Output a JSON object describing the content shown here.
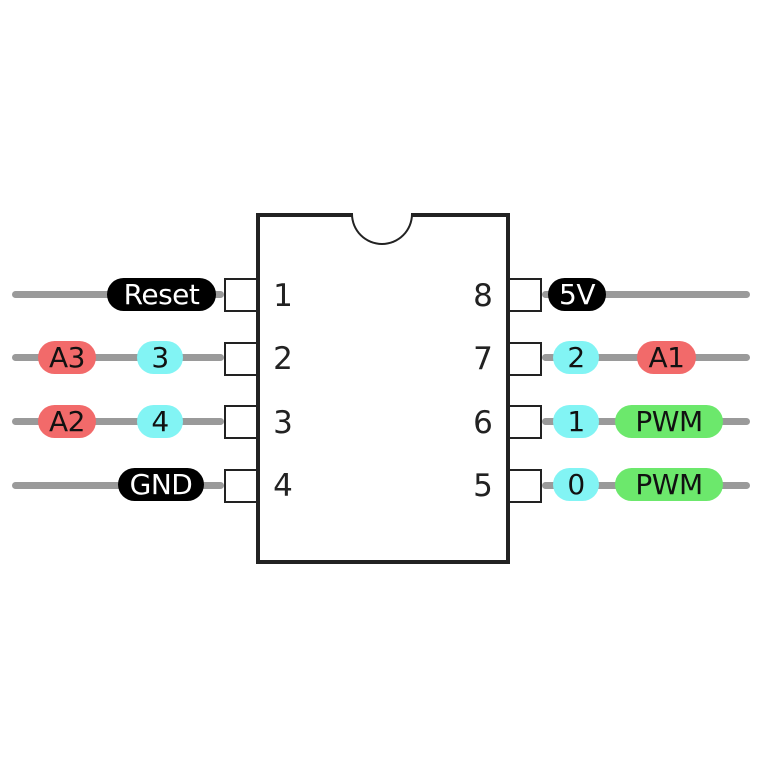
{
  "pins": {
    "p1": {
      "number": "1",
      "labels": [
        "Reset"
      ]
    },
    "p2": {
      "number": "2",
      "labels": [
        "A3",
        "3"
      ]
    },
    "p3": {
      "number": "3",
      "labels": [
        "A2",
        "4"
      ]
    },
    "p4": {
      "number": "4",
      "labels": [
        "GND"
      ]
    },
    "p5": {
      "number": "5",
      "labels": [
        "0",
        "PWM"
      ]
    },
    "p6": {
      "number": "6",
      "labels": [
        "1",
        "PWM"
      ]
    },
    "p7": {
      "number": "7",
      "labels": [
        "2",
        "A1"
      ]
    },
    "p8": {
      "number": "8",
      "labels": [
        "5V"
      ]
    }
  },
  "colors": {
    "analog": "#f26a6a",
    "digital": "#82f4f4",
    "pwm": "#6ce86c",
    "power": "#000000",
    "wire": "#9a9a9a"
  }
}
